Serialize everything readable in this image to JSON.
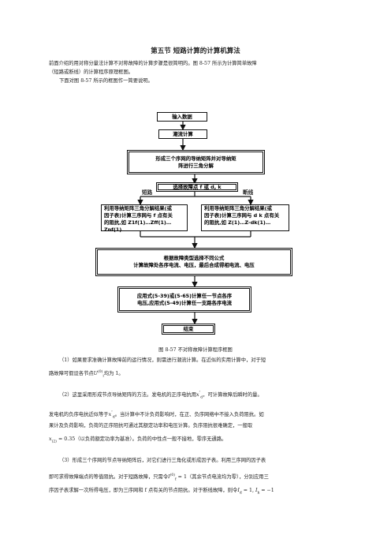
{
  "title": "第五节  短路计算的计算机算法",
  "intro": [
    "前面介绍的用对称分量法计算不对称故障的计算步骤是很简明的。图 8-57 所示为计算简单故障",
    "（短路或断线）的计算程序原理框图。",
    "下面对图 8-57 所示的框图作一简要说明。"
  ],
  "flowchart": {
    "input": "输入数据",
    "power_flow": "潮流计算",
    "form_matrix_l1": "形成三个序网的导纳矩阵并对导纳矩",
    "form_matrix_l2": "阵进行三角分解",
    "select_fault": "选择故障点 f 或 d, k",
    "branch_short": "短路",
    "branch_open": "断线",
    "short_l1": "利用导纳矩阵三角分解结果(或",
    "short_l2": "因子表)计算三序网与 f 点有关",
    "short_l3": "的阻抗,如 Z1f(1)…Zff(1)…Znf(1)",
    "open_l1": "利用导纳矩阵三角分解结果(或",
    "open_l2": "因子表)计算三序网与 d k 点有关",
    "open_l3": "的阻抗,如 Z(1)…Z-dk(1)…",
    "fault_type_l1": "根据故障类型选择不同公式",
    "fault_type_l2": "计算故障处各序电流、电压，最后合成得相电流、电压",
    "apply_l1": "应用式(5-39)或(5-65)计算任一节点各序",
    "apply_l2": "电压,应用式(5-49)计算任一支路各序电流",
    "end": "结束"
  },
  "caption": "图 8-57  不对称故障计算程序框图",
  "paragraphs": {
    "p1_l1": "（1）如果要求准确计算故障前的运行情况，则需进行潮流计算。在近似的实用计算中，对于短",
    "p1_l2a": "路故障可假设各节点",
    "p1_l2_sym": "U",
    "p1_l2_sup": "(0)",
    "p1_l2_sub": "i",
    "p1_l2b": "均为 1。",
    "p2_l1a": "（2）这里采用形成节点导纳矩阵的方法。发电机的正序电抗用",
    "p2_l1_sym": "x",
    "p2_l1_sup": "″",
    "p2_l1_sub": "d",
    "p2_l1b": "，可计算故障后瞬时的量。",
    "p3_l1a": "发电机的负序电抗近似等于",
    "p3_l1_sym": "x",
    "p3_l1_sup": "″",
    "p3_l1_sub": "d",
    "p3_l1b": "。当计算中不计负荷影响时，在正、负序网络中不接入负荷阻抗。如",
    "p3_l2": "果计及负荷影响，负荷的正序阻抗可通过其额定功率和电压计算。负序阻抗很难确定，一般取",
    "p3_l3_sym": "x",
    "p3_l3_sub": "(2)",
    "p3_l3a": " = 0.35",
    "p3_l3b": "（以负荷额定功率为基准）。负荷的中性点一般不接地，零序无通路。",
    "p4_l1": "（3）形成三个序网的节点导纳矩阵后，对它们进行三角化或形成因子表。利用三序网的因子表",
    "p4_l2a": "即可求得故障端点的等值阻抗。对于短路故障，只需令",
    "p4_l2_sym": "I",
    "p4_l2_sup": "(0)",
    "p4_l2_sub": "f",
    "p4_l2_eq": " = 1",
    "p4_l2b": "（其余节点电流均为零），分别应用三",
    "p4_l3a": "序因子表求解一次所得电压，即为三序网和 f 点有关的节点阻抗。对于断线故障，则令",
    "p4_l3_sym1": "I",
    "p4_l3_sub1": "d",
    "p4_l3_eq1": " = 1, ",
    "p4_l3_sym2": "I",
    "p4_l3_sub2": "k",
    "p4_l3_eq2": " = −1"
  }
}
